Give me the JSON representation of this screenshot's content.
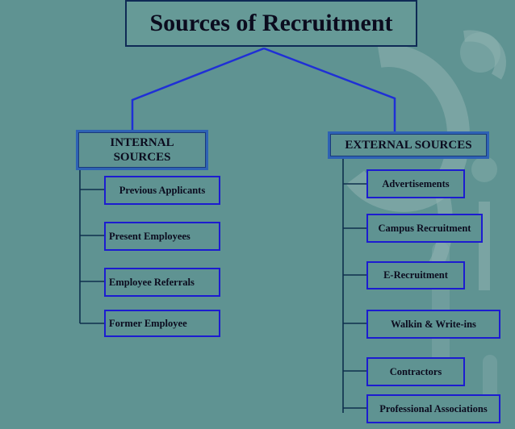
{
  "title": "Sources of Recruitment",
  "internal": {
    "heading_line1": "INTERNAL",
    "heading_line2": "SOURCES",
    "items": [
      "Previous Applicants",
      "Present Employees",
      "Employee Referrals",
      "Former Employee"
    ]
  },
  "external": {
    "heading": "EXTERNAL SOURCES",
    "items": [
      "Advertisements",
      "Campus Recruitment",
      "E-Recruitment",
      "Walkin & Write-ins",
      "Contractors",
      "Professional Associations"
    ]
  },
  "colors": {
    "background": "#5f9392",
    "connector": "#1f2fd6",
    "tree_line": "#0e2f4d",
    "item_border": "#1c1cd0"
  }
}
